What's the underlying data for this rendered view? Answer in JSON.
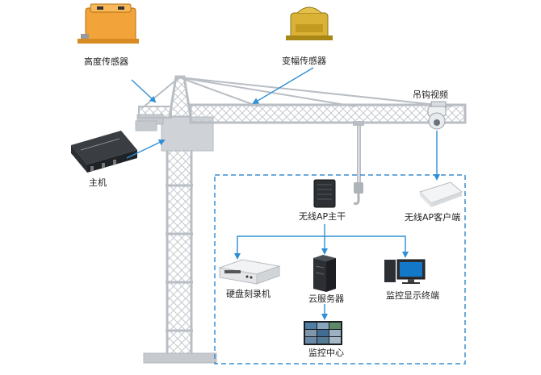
{
  "labels": {
    "height_sensor": "高度传感器",
    "amplitude_sensor": "变幅传感器",
    "hook_video": "吊钩视频",
    "host": "主机",
    "wireless_ap_main": "无线AP主干",
    "wireless_ap_client": "无线AP客户端",
    "dvr": "硬盘刻录机",
    "cloud_server": "云服务器",
    "monitor_terminal": "监控显示终端",
    "monitor_center": "监控中心"
  },
  "colors": {
    "arrow_blue": "#2f8fd4",
    "dashed_box": "#3a8fd0",
    "crane_gray": "#b9bec4",
    "sensor_orange": "#f2a33a",
    "sensor_yellow": "#d9b236"
  },
  "icons": [
    "sensor-icon",
    "camera-icon",
    "controller-box-icon",
    "ap-router-icon",
    "ap-client-icon",
    "dvr-icon",
    "server-tower-icon",
    "monitor-pc-icon",
    "video-wall-icon"
  ]
}
